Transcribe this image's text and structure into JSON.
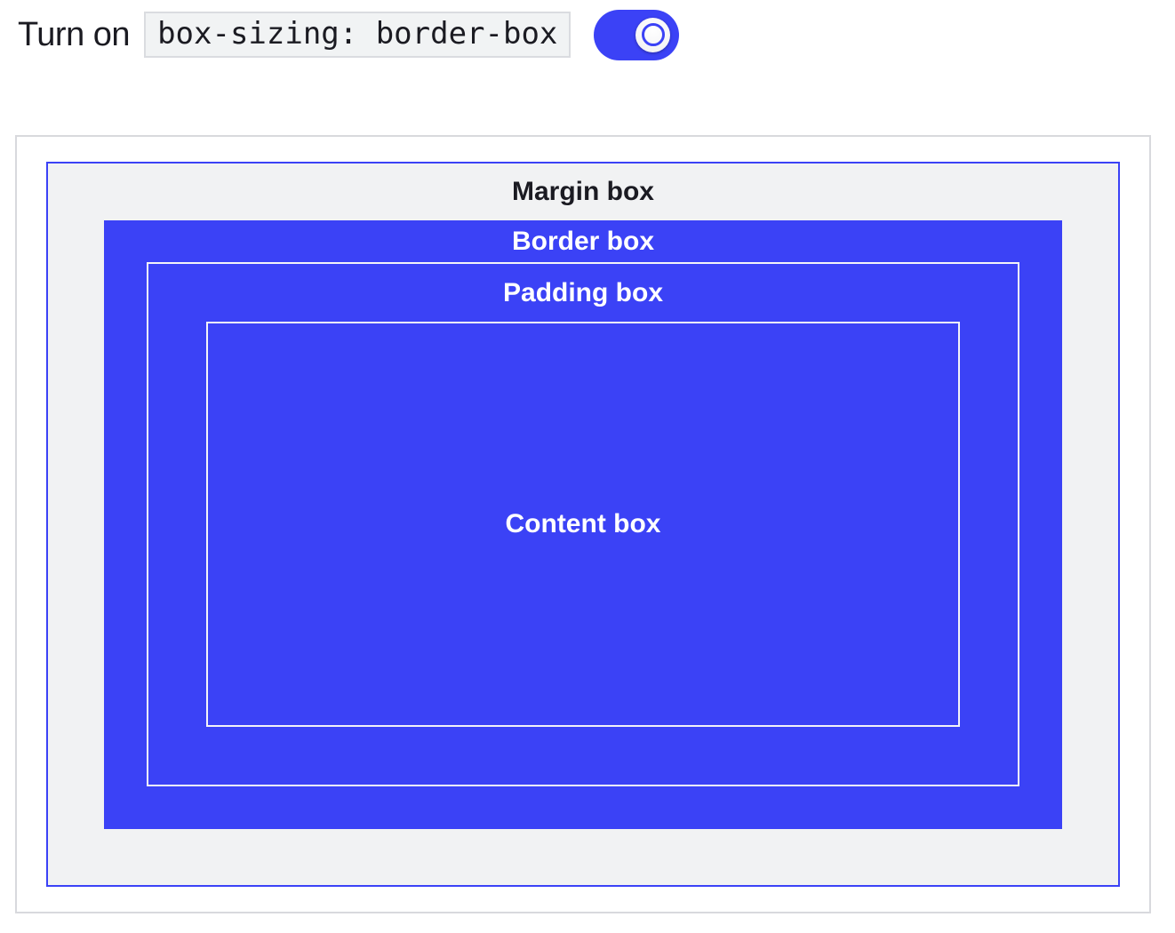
{
  "header": {
    "prefix_label": "Turn on",
    "code_snippet": "box-sizing: border-box",
    "toggle": {
      "state": "on",
      "checked": "true"
    }
  },
  "diagram": {
    "margin_label": "Margin box",
    "border_label": "Border box",
    "padding_label": "Padding box",
    "content_label": "Content box"
  },
  "colors": {
    "accent-blue": "#3b42f6",
    "margin-bg": "#f1f2f3",
    "surface-border": "#d8d9dd",
    "code-bg": "#f1f3f4",
    "code-border": "#dadce0",
    "text-dark": "#1b1b22",
    "label-on-blue": "#ffffff"
  }
}
